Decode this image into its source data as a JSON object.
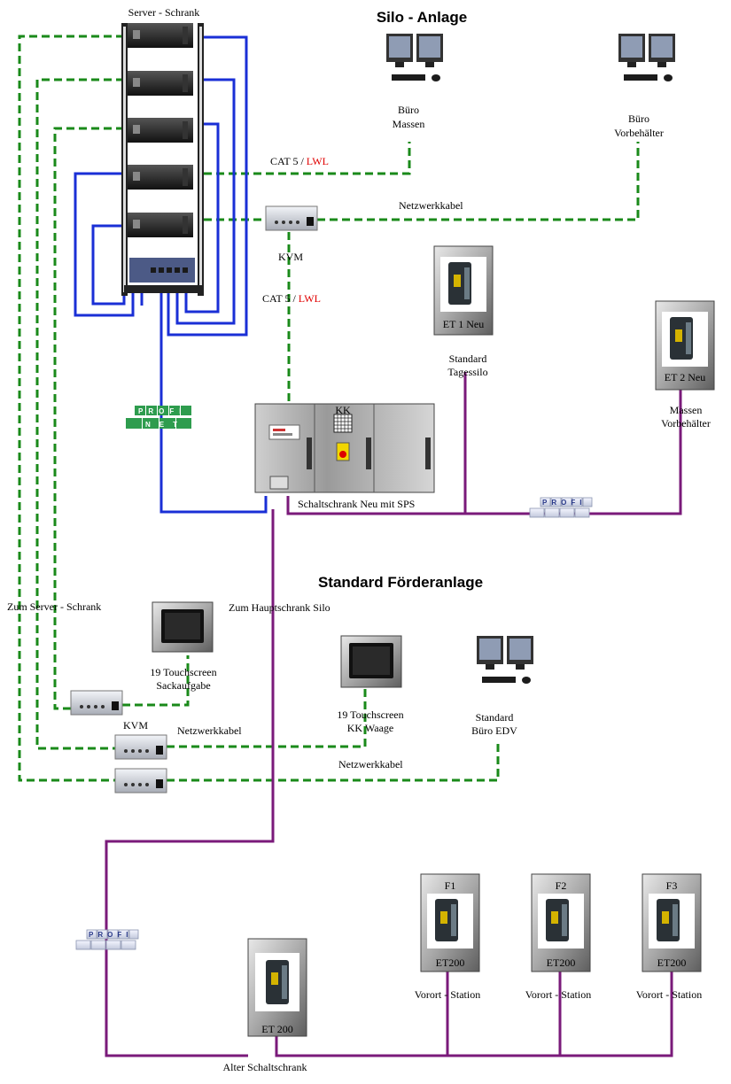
{
  "titles": {
    "silo": "Silo - Anlage",
    "foerder": "Standard Förderanlage"
  },
  "labels": {
    "server": "Server - Schrank",
    "buero_massen": [
      "Büro",
      "Massen"
    ],
    "buero_vorbehaelter": [
      "Büro",
      "Vorbehälter"
    ],
    "cat5_top_a": "CAT 5 / ",
    "cat5_top_b": "LWL",
    "netzwerkkabel_top": "Netzwerkkabel",
    "kvm_top": "KVM",
    "cat5_mid_a": "CAT 5 / ",
    "cat5_mid_b": "LWL",
    "et1": "ET 1 Neu",
    "et1_caption": [
      "Standard",
      "Tagessilo"
    ],
    "et2": "ET 2 Neu",
    "et2_caption": [
      "Massen",
      "Vorbehälter"
    ],
    "kk": "KK",
    "schaltschrank": "Schaltschrank Neu mit SPS",
    "zum_server": "Zum Server - Schrank",
    "zum_haupt": "Zum Hauptschrank Silo",
    "ts1_caption": [
      "19 Touchscreen",
      "Sackaufgabe"
    ],
    "ts2_caption": [
      "19 Touchscreen",
      "KK Waage"
    ],
    "edv_caption": [
      "Standard",
      "Büro EDV"
    ],
    "kvm_bottom": "KVM",
    "netzwerkkabel_b1": "Netzwerkkabel",
    "netzwerkkabel_b2": "Netzwerkkabel",
    "et200_old": "ET 200",
    "alter": "Alter Schaltschrank",
    "f1": "F1",
    "f2": "F2",
    "f3": "F3",
    "et200_f1": "ET200",
    "et200_f2": "ET200",
    "et200_f3": "ET200",
    "vorort1": "Vorort - Station",
    "vorort2": "Vorort - Station",
    "vorort3": "Vorort - Station",
    "profi_text": "PROFI",
    "net_text": "NET"
  },
  "colors": {
    "green_dashed": "#1a8a1a",
    "blue": "#1a2fd6",
    "purple": "#7a1a7a",
    "lwl_red": "#e00000"
  },
  "icons": [
    "server-rack-icon",
    "network-switch-icon",
    "workstation-icon",
    "kvm-switch-icon",
    "touchscreen-icon",
    "et200-module-icon",
    "profinet-logo-icon",
    "profibus-logo-icon",
    "control-cabinet-icon"
  ]
}
